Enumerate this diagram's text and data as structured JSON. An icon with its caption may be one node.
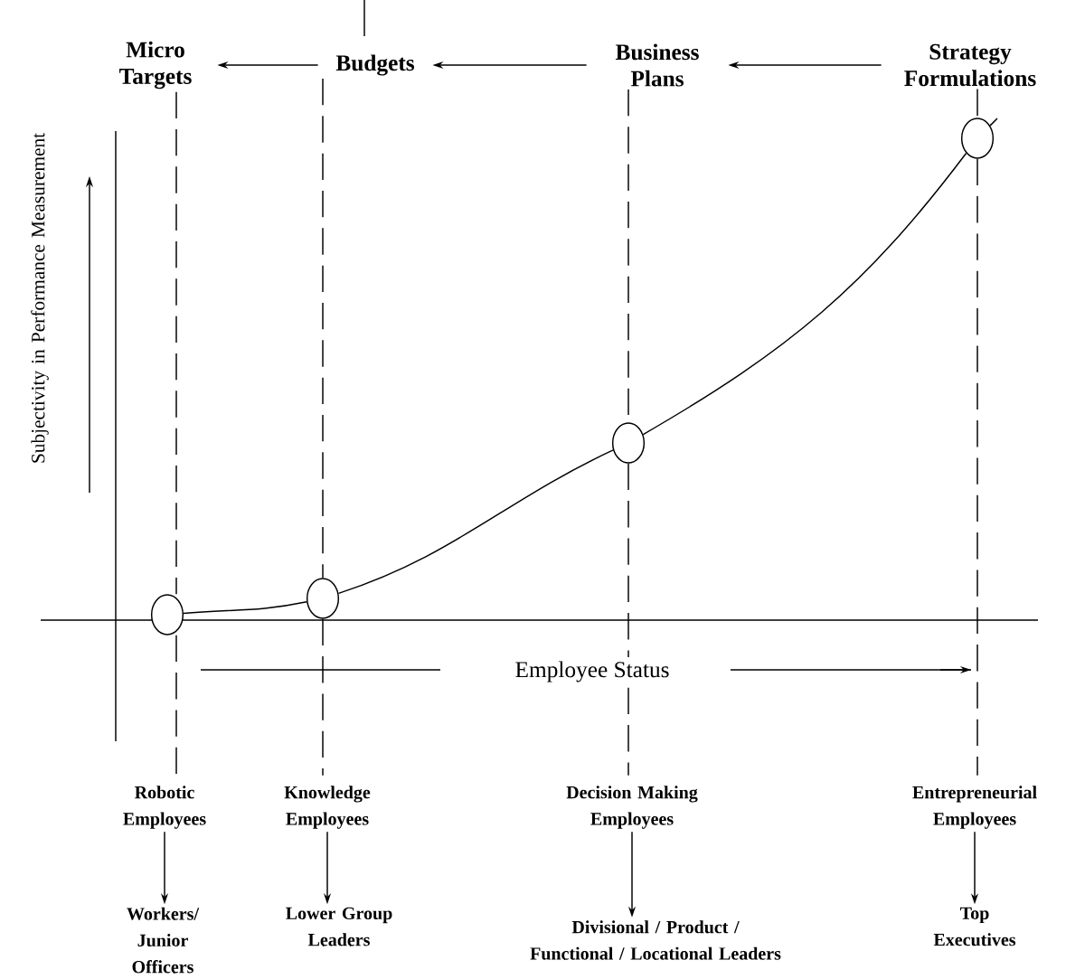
{
  "diagram": {
    "nodes": [
      {
        "text": [
          "Micro Targets"
        ]
      },
      {
        "text": [
          "Budgets"
        ]
      },
      {
        "text": [
          "Business Plans"
        ]
      },
      {
        "text": [
          "Strategy Formulations"
        ]
      },
      {
        "text": [],
        "shape": "circle"
      },
      {
        "text": [],
        "shape": "circle"
      },
      {
        "text": [],
        "shape": "circle"
      },
      {
        "text": [],
        "shape": "circle"
      },
      {
        "text": [
          "Robotic Employees"
        ]
      },
      {
        "text": [
          "Knowledge Employees"
        ]
      },
      {
        "text": [
          "Decision Making Employees"
        ]
      },
      {
        "text": [
          "Entrepreneurial Employees"
        ]
      },
      {
        "text": [
          "Workers/ Junior Officers"
        ]
      },
      {
        "text": [
          "Lower Group Leaders"
        ]
      },
      {
        "text": [
          "Divisional / Product / Functional / Locational Leaders"
        ]
      },
      {
        "text": [
          "Top Executives"
        ]
      }
    ],
    "edges": [
      {
        "from": 3,
        "to": 2,
        "arrow": "to"
      },
      {
        "from": 2,
        "to": 1,
        "arrow": "to"
      },
      {
        "from": 1,
        "to": 0,
        "arrow": "to"
      },
      {
        "from": 4,
        "to": 5,
        "arrow": "none"
      },
      {
        "from": 5,
        "to": 6,
        "arrow": "none"
      },
      {
        "from": 6,
        "to": 7,
        "arrow": "none"
      },
      {
        "from": 7,
        "to": null,
        "arrow": "none"
      },
      {
        "from": 0,
        "to": 4,
        "arrow": "none",
        "style": "dashed"
      },
      {
        "from": 4,
        "to": 8,
        "arrow": "none",
        "style": "dashed"
      },
      {
        "from": 1,
        "to": 5,
        "arrow": "none",
        "style": "dashed"
      },
      {
        "from": 5,
        "to": 9,
        "arrow": "none",
        "style": "dashed"
      },
      {
        "from": 2,
        "to": 6,
        "arrow": "none",
        "style": "dashed"
      },
      {
        "from": 6,
        "to": 10,
        "arrow": "none",
        "style": "dashed"
      },
      {
        "from": 3,
        "to": 7,
        "arrow": "none",
        "style": "dashed"
      },
      {
        "from": 7,
        "to": 11,
        "arrow": "none",
        "style": "dashed"
      },
      {
        "from": 8,
        "to": 12,
        "arrow": "to"
      },
      {
        "from": 9,
        "to": 13,
        "arrow": "to"
      },
      {
        "from": 10,
        "to": 14,
        "arrow": "to"
      },
      {
        "from": 11,
        "to": 15,
        "arrow": "to"
      }
    ],
    "labels": [
      "Subjectivity in Performance Measurement",
      "Employee Status"
    ]
  }
}
